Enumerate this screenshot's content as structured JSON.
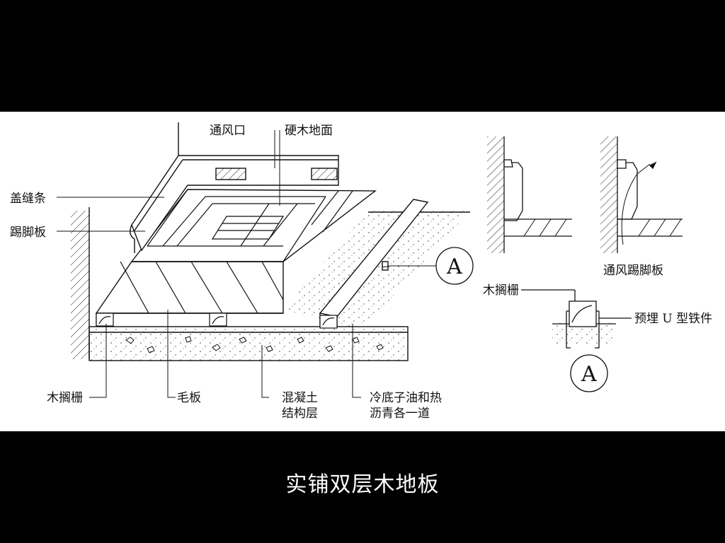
{
  "labels": {
    "vent": "通风口",
    "hardwood_surface": "硬木地面",
    "cover_strip": "盖缝条",
    "skirting": "踢脚板",
    "section_marker": "A",
    "vent_skirting": "通风踢脚板",
    "joist_detail": "木搁栅",
    "embedded_u_iron": "预埋 U 型铁件",
    "detail_marker": "A",
    "joist": "木搁栅",
    "subfloor": "毛板",
    "concrete_line1": "混凝土",
    "concrete_line2": "结构层",
    "asphalt_line1": "冷底子油和热",
    "asphalt_line2": "沥青各一道"
  },
  "caption": "实铺双层木地板"
}
